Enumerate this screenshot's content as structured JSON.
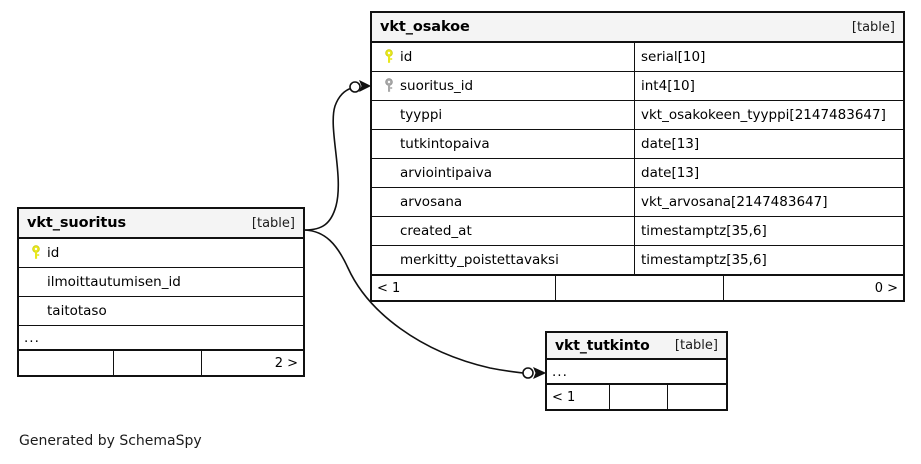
{
  "diagram": {
    "generator_note": "Generated by SchemaSpy",
    "kind_label": "[table]",
    "ellipsis": "..."
  },
  "tables": {
    "osakoe": {
      "name": "vkt_osakoe",
      "kind": "[table]",
      "columns": [
        {
          "key": "primary",
          "name": "id",
          "type": "serial[10]"
        },
        {
          "key": "foreign",
          "name": "suoritus_id",
          "type": "int4[10]"
        },
        {
          "key": "none",
          "name": "tyyppi",
          "type": "vkt_osakokeen_tyyppi[2147483647]"
        },
        {
          "key": "none",
          "name": "tutkintopaiva",
          "type": "date[13]"
        },
        {
          "key": "none",
          "name": "arviointipaiva",
          "type": "date[13]"
        },
        {
          "key": "none",
          "name": "arvosana",
          "type": "vkt_arvosana[2147483647]"
        },
        {
          "key": "none",
          "name": "created_at",
          "type": "timestamptz[35,6]"
        },
        {
          "key": "none",
          "name": "merkitty_poistettavaksi",
          "type": "timestamptz[35,6]"
        }
      ],
      "footer": {
        "left": "< 1",
        "middle": "",
        "right": "0 >"
      }
    },
    "suoritus": {
      "name": "vkt_suoritus",
      "kind": "[table]",
      "columns": [
        {
          "key": "primary",
          "name": "id",
          "type": ""
        },
        {
          "key": "none",
          "name": "ilmoittautumisen_id",
          "type": ""
        },
        {
          "key": "none",
          "name": "taitotaso",
          "type": ""
        }
      ],
      "more_indicator": "...",
      "footer": {
        "left": "",
        "middle": "",
        "right": "2 >"
      }
    },
    "tutkinto": {
      "name": "vkt_tutkinto",
      "kind": "[table]",
      "more_indicator": "...",
      "footer": {
        "left": "< 1",
        "middle": "",
        "right": ""
      }
    }
  },
  "relationships": [
    {
      "from": "vkt_suoritus.id",
      "to": "vkt_osakoe.suoritus_id",
      "from_cardinality": "one",
      "to_cardinality": "zero-or-more"
    },
    {
      "from": "vkt_suoritus.id",
      "to": "vkt_tutkinto",
      "from_cardinality": "one",
      "to_cardinality": "zero-or-more"
    }
  ],
  "colors": {
    "primary_key_icon": "#e8e81c",
    "foreign_key_icon": "#a8a8a8",
    "border": "#111111",
    "header_background": "#f4f4f4",
    "canvas_background": "#ffffff"
  }
}
